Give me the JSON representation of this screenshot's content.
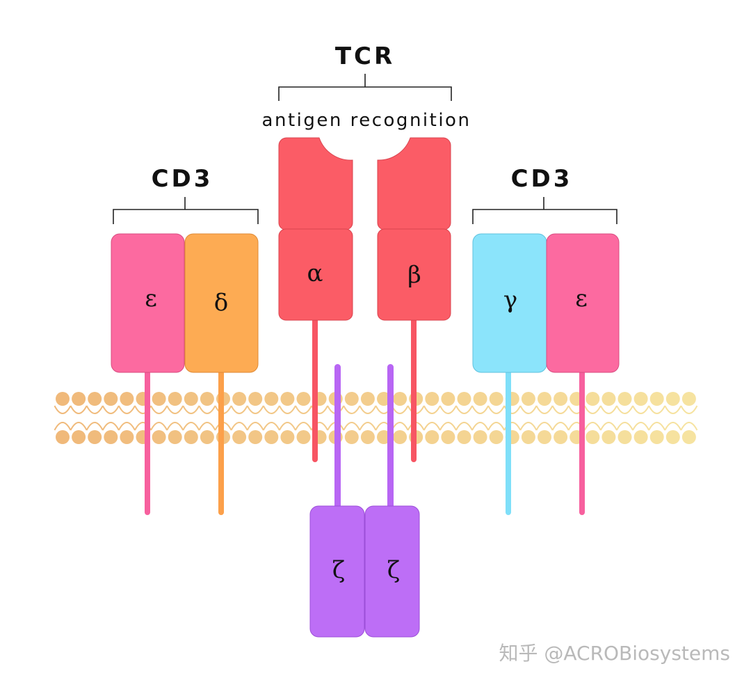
{
  "labels": {
    "tcr_title": "TCR",
    "tcr_subtitle": "antigen recognition",
    "cd3_left_title": "CD3",
    "cd3_right_title": "CD3"
  },
  "chains": {
    "cd3_epsilon_left": "ε",
    "cd3_delta": "δ",
    "tcr_alpha": "α",
    "tcr_beta": "β",
    "cd3_gamma": "γ",
    "cd3_epsilon_right": "ε",
    "zeta_left": "ζ",
    "zeta_right": "ζ"
  },
  "watermark": "知乎 @ACROBiosystems",
  "colors": {
    "epsilon": "#fc6aa0",
    "delta": "#fdab53",
    "tcr": "#fb5c66",
    "gamma": "#8be4fb",
    "zeta": "#bd6ef6",
    "membrane": "#f3c98a",
    "text": "#111111",
    "watermark": "#b9b9b9"
  }
}
